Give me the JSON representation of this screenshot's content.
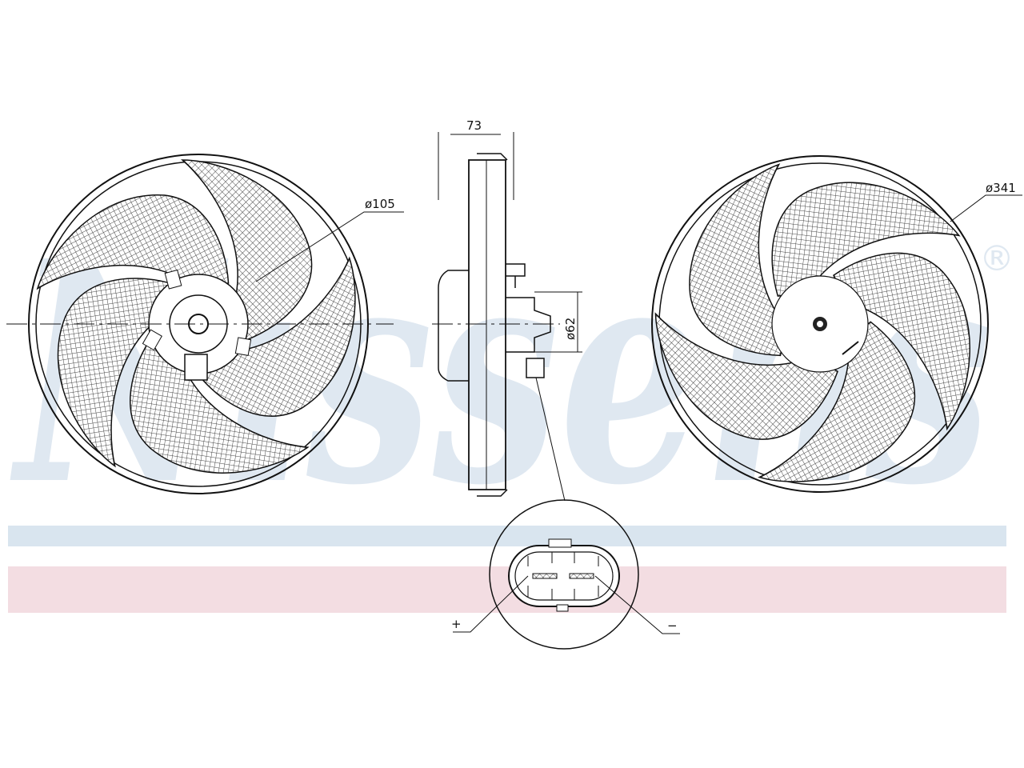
{
  "watermark": {
    "logo_text": "Nissens",
    "registered_mark": "®",
    "band_top_color": "#d9e5ef",
    "band_bottom_color": "#f3dde2",
    "logo_color": "#dfe8f1"
  },
  "dimensions": {
    "depth": "73",
    "hub_diameter": "ø105",
    "motor_diameter": "ø62",
    "fan_diameter": "ø341"
  },
  "connector": {
    "plus_label": "+",
    "minus_label": "−"
  },
  "colors": {
    "line": "#111111",
    "hatch": "#333333"
  }
}
